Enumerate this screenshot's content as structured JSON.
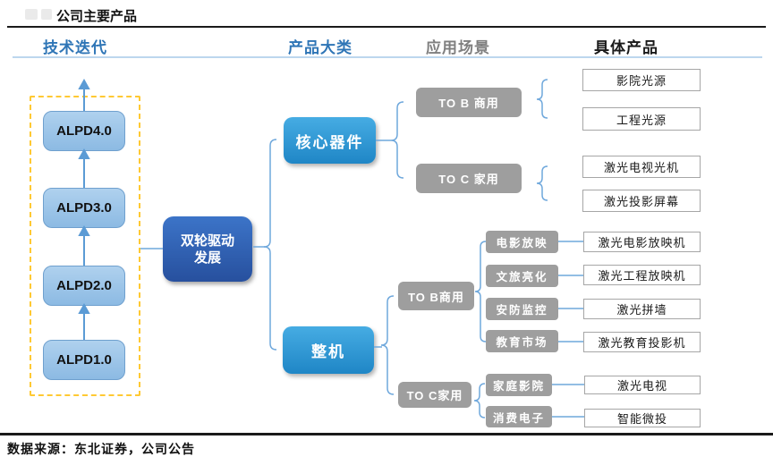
{
  "header": {
    "title": "公司主要产品"
  },
  "columns": {
    "c1": "技术迭代",
    "c2": "产品大类",
    "c3": "应用场景",
    "c4": "具体产品"
  },
  "tech": {
    "items": [
      "ALPD4.0",
      "ALPD3.0",
      "ALPD2.0",
      "ALPD1.0"
    ]
  },
  "strategy": {
    "line1": "双轮驱动",
    "line2": "发展"
  },
  "core": {
    "label": "核心器件",
    "tob": {
      "label": "TO B 商用",
      "products": [
        "影院光源",
        "工程光源"
      ]
    },
    "toc": {
      "label": "TO C 家用",
      "products": [
        "激光电视光机",
        "激光投影屏幕"
      ]
    }
  },
  "whole": {
    "label": "整机",
    "tob": {
      "label": "TO B商用",
      "apps": [
        {
          "scene": "电影放映",
          "product": "激光电影放映机"
        },
        {
          "scene": "文旅亮化",
          "product": "激光工程放映机"
        },
        {
          "scene": "安防监控",
          "product": "激光拼墙"
        },
        {
          "scene": "教育市场",
          "product": "激光教育投影机"
        }
      ]
    },
    "toc": {
      "label": "TO C家用",
      "apps": [
        {
          "scene": "家庭影院",
          "product": "激光电视"
        },
        {
          "scene": "消费电子",
          "product": "智能微投"
        }
      ]
    }
  },
  "footer": {
    "source": "数据来源：东北证券，公司公告"
  },
  "colors": {
    "header_blue": "#2E75B6",
    "header_gray": "#7F7F7F",
    "underline_blue": "#BDD7EE",
    "alpd_fill": "#9DC3E6",
    "strategy_fill": "#2E5EB4",
    "category_fill": "#2F9CD8",
    "gray_fill": "#9E9E9E",
    "dashed_yellow": "#FFC933",
    "connector_blue": "#6FA8DC",
    "arrow_blue": "#5B9BD5"
  }
}
